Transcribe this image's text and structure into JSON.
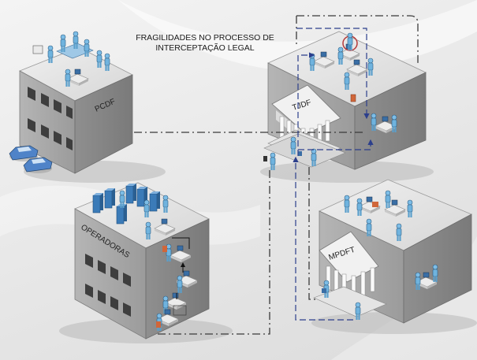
{
  "title": {
    "line1": "FRAGILIDADES NO PROCESSO DE",
    "line2": "INTERCEPTAÇÃO LEGAL"
  },
  "buildings": {
    "pcdf": "PCDF",
    "tjdf": "TJDF",
    "operadoras": "OPERADORAS",
    "mpdft": "MPDFT"
  },
  "colors": {
    "building_front": "#a9a9a9",
    "building_side": "#8d8d8d",
    "building_top": "#e2e2e2",
    "dash_dark": "#3a3a3a",
    "dash_blue": "#2c3f8c",
    "person": "#6fb3de",
    "desk": "#e7e7e7",
    "car": "#4f83c8",
    "server": "#3b7bb8"
  }
}
